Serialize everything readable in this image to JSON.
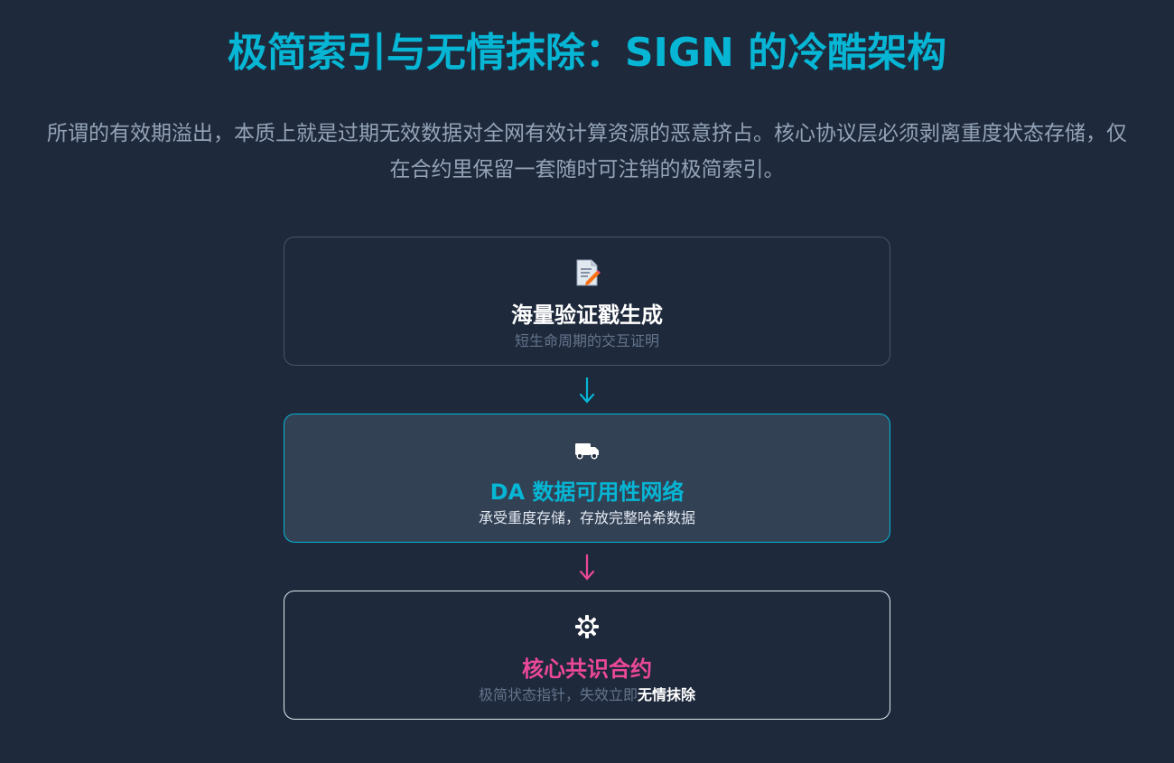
{
  "header": {
    "title": "极简索引与无情抹除：SIGN 的冷酷架构",
    "subtitle": "所谓的有效期溢出，本质上就是过期无效数据对全网有效计算资源的恶意挤占。核心协议层必须剥离重度状态存储，仅在合约里保留一套随时可注销的极简索引。"
  },
  "flow": {
    "steps": [
      {
        "icon": "memo-icon",
        "title": "海量验证戳生成",
        "description": "短生命周期的交互证明"
      },
      {
        "icon": "truck-icon",
        "title": "DA 数据可用性网络",
        "description": "承受重度存储，存放完整哈希数据"
      },
      {
        "icon": "gear-icon",
        "title": "核心共识合约",
        "description": "极简状态指针，失效立即",
        "emphasis": "无情抹除"
      }
    ],
    "arrows": [
      {
        "icon": "arrow-down-icon",
        "color": "#06b6d4"
      },
      {
        "icon": "arrow-down-icon",
        "color": "#ec4899"
      }
    ]
  },
  "colors": {
    "background": "#1e293b",
    "accent_cyan": "#06b6d4",
    "accent_pink": "#ec4899",
    "muted_text": "#94a3b8"
  }
}
